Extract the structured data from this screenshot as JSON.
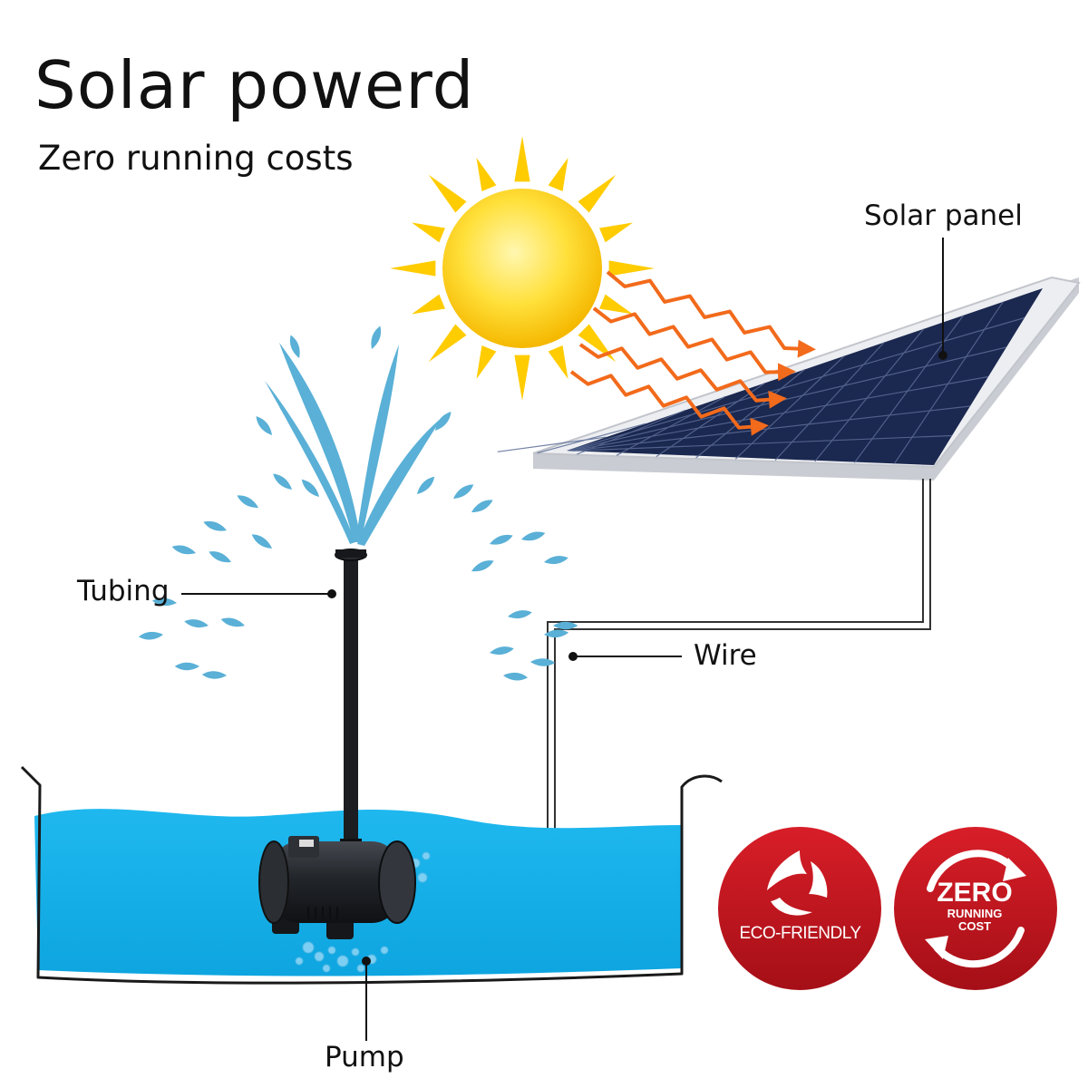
{
  "title": "Solar powerd",
  "subtitle": "Zero running costs",
  "labels": {
    "solar_panel": "Solar panel",
    "tubing": "Tubing",
    "wire": "Wire",
    "pump": "Pump"
  },
  "badges": {
    "eco": "ECO-FRIENDLY",
    "zero_big": "ZERO",
    "zero_line1": "RUNNING",
    "zero_line2": "COST"
  },
  "colors": {
    "water": "#17b0e8",
    "water_spray": "#5ab0d6",
    "sun_core": "#ffd400",
    "sun_rays": "#ffcc00",
    "sun_arrows": "#f26a1b",
    "badge_red": "#c8141e",
    "panel_cell": "#1e2c55",
    "panel_frame": "#e6e8ec",
    "pump_body": "#1f2227"
  }
}
